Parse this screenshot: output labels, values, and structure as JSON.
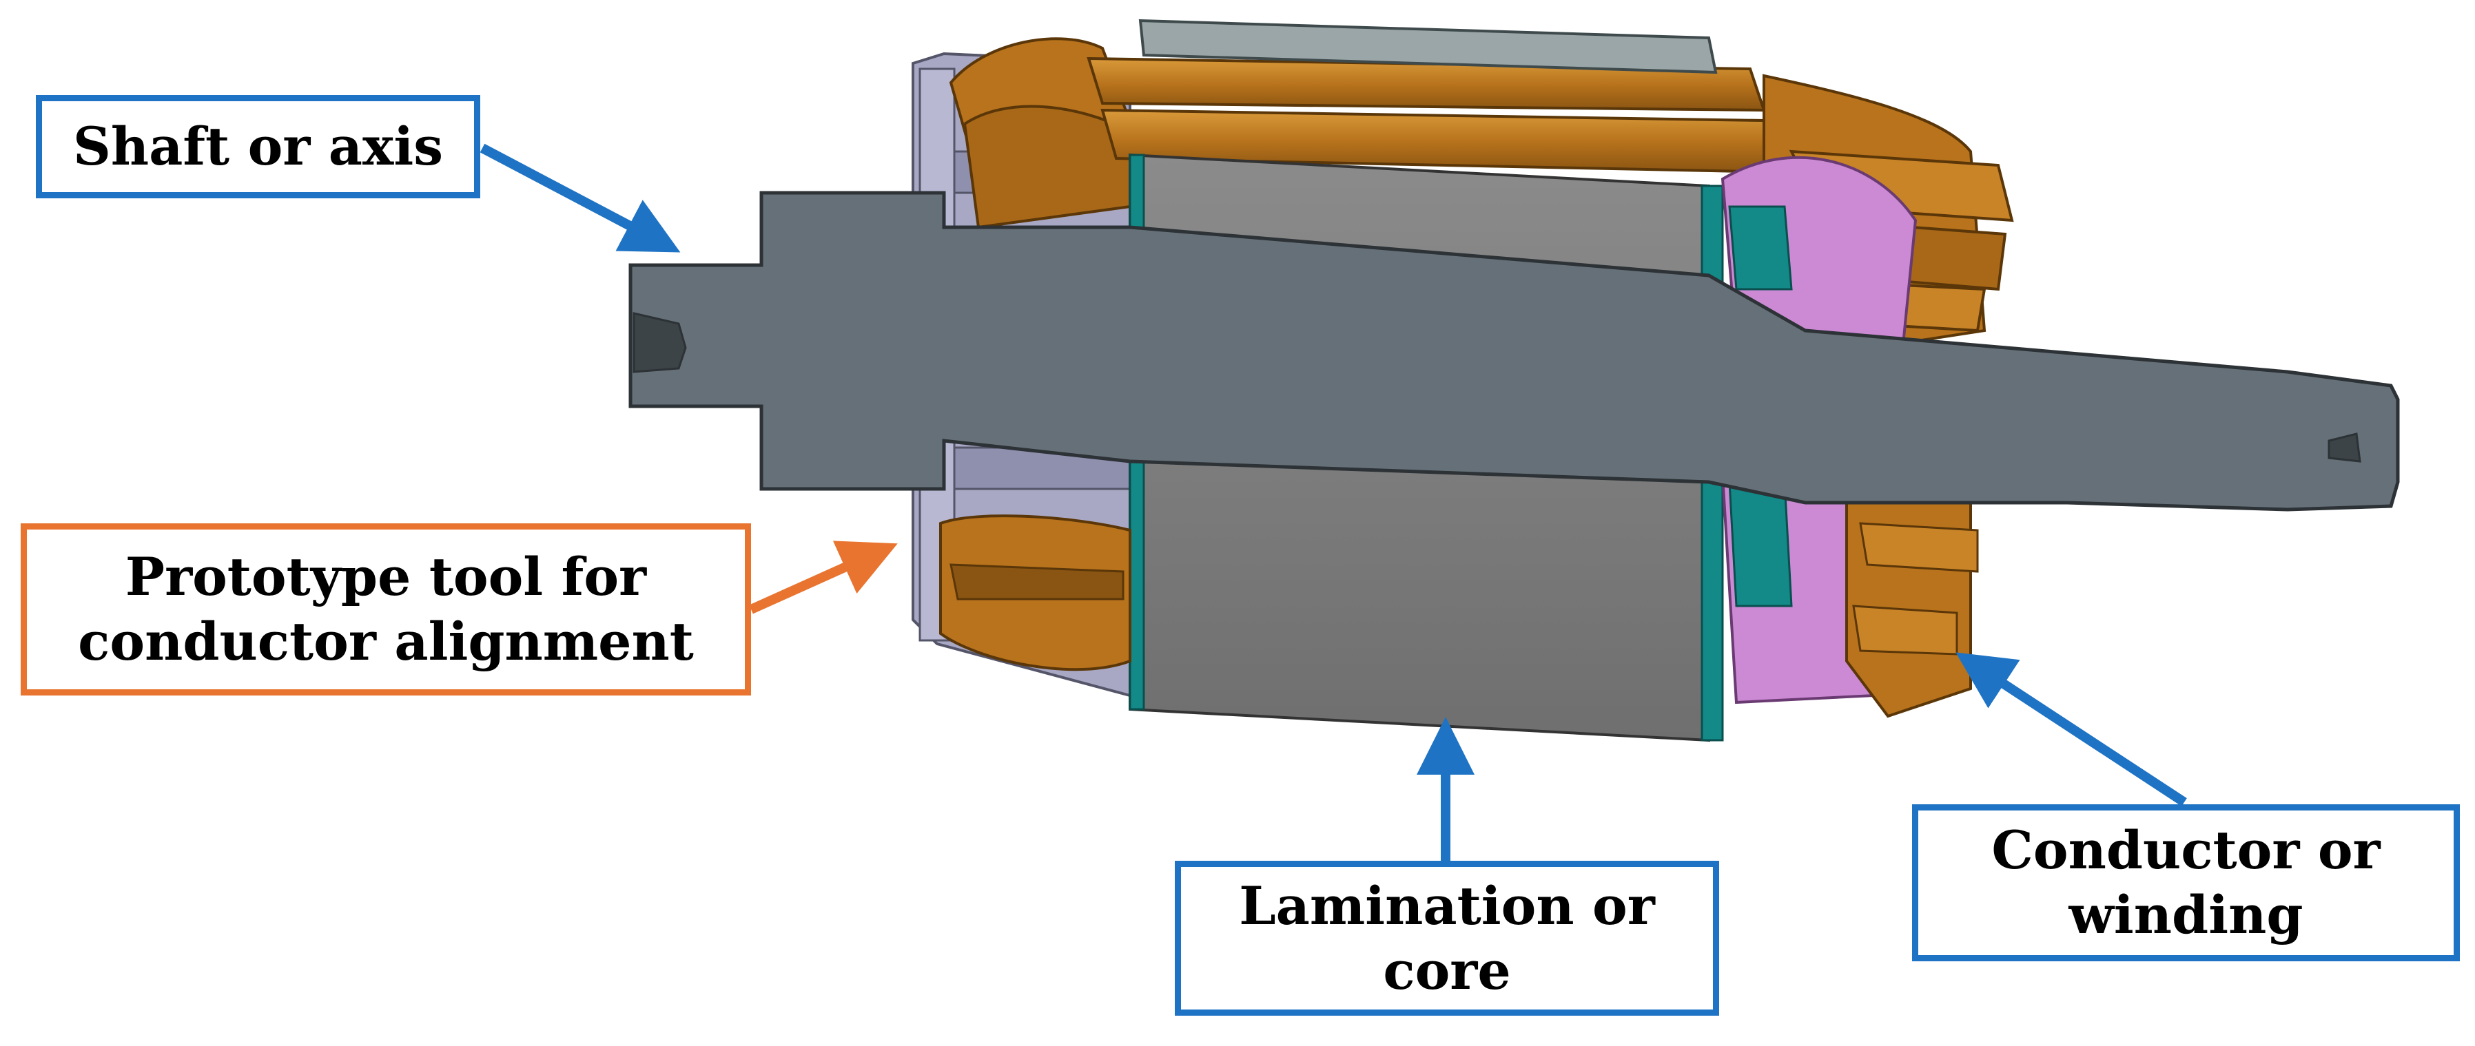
{
  "labels": {
    "shaft": "Shaft or axis",
    "tool": "Prototype tool for\nconductor alignment",
    "lamination": "Lamination or\ncore",
    "conductor": "Conductor or\nwinding"
  },
  "colors": {
    "callout_blue": "#1f73c4",
    "callout_orange": "#e8742f",
    "shaft_gray": "#667078",
    "lamination_gray": "#7a7a7a",
    "end_ring_teal": "#138a88",
    "conductor_copper": "#c07a1c",
    "insulation_pink": "#cc8ad4",
    "tool_lavender": "#9c9cb8"
  }
}
